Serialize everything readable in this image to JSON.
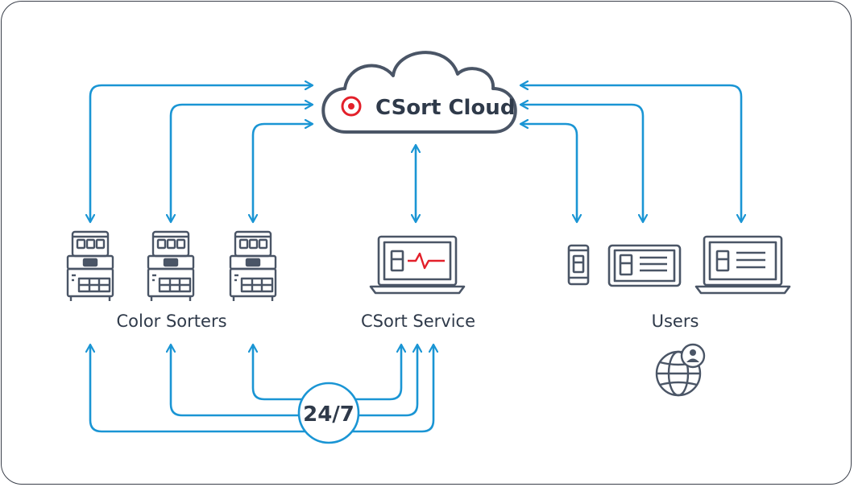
{
  "cloud": {
    "title": "CSort Cloud"
  },
  "groups": {
    "sorters": "Color Sorters",
    "service": "CSort Service",
    "users": "Users"
  },
  "hub": {
    "label": "24/7"
  },
  "colors": {
    "arrow": "#1a95d4",
    "outline": "#4a5566",
    "logo": "#e3202a",
    "text": "#2f3a4a"
  },
  "icons": [
    "cloud-icon",
    "logo-icon",
    "color-sorter-icon",
    "laptop-monitor-icon",
    "phone-icon",
    "tablet-icon",
    "laptop-icon",
    "globe-user-icon"
  ]
}
